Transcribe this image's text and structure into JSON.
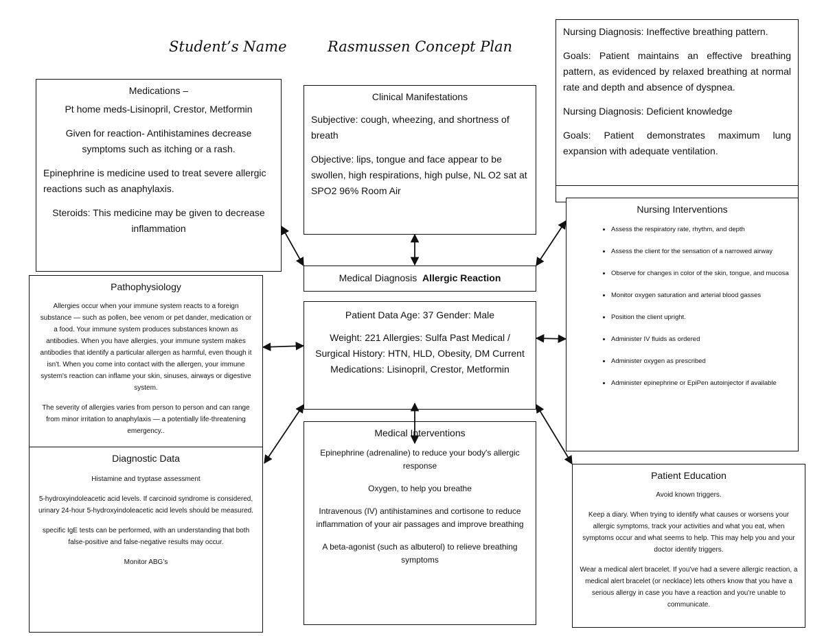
{
  "titles": {
    "student_name": "Student’s Name",
    "plan": "Rasmussen Concept Plan"
  },
  "medications": {
    "header": "Medications –",
    "home_meds": "Pt home meds-Lisinopril, Crestor, Metformin",
    "reaction": "Given for reaction- Antihistamines decrease symptoms such as itching or a rash.",
    "epinephrine": "Epinephrine is medicine used to treat severe allergic reactions such as anaphylaxis.",
    "steroids": "Steroids: This medicine may be given to decrease inflammation"
  },
  "clinical": {
    "header": "Clinical Manifestations",
    "subjective": "Subjective:  cough, wheezing, and shortness of breath",
    "objective": "Objective: lips, tongue and face appear to be swollen, high respirations, high pulse, NL  O2 sat  at SPO2 96% Room Air"
  },
  "nursing_dx": {
    "dx1": "Nursing Diagnosis: Ineffective breathing pattern.",
    "goal1": "Goals: Patient maintains an effective breathing pattern, as evidenced by relaxed breathing at normal rate and depth and absence of dyspnea.",
    "dx2": "Nursing Diagnosis: Deficient knowledge",
    "goal2": "Goals: Patient demonstrates maximum lung expansion with adequate ventilation."
  },
  "diagnosis": {
    "label": "Medical Diagnosis",
    "value": "Allergic Reaction"
  },
  "interventions": {
    "header": "Nursing Interventions",
    "items": [
      "Assess the respiratory rate, rhythm, and depth",
      "Assess the client for the sensation of a narrowed airway",
      "Observe for changes in color of the skin, tongue, and mucosa",
      "Monitor oxygen saturation and arterial blood gasses",
      "Position the client upright.",
      "Administer IV fluids as ordered",
      "Administer oxygen as prescribed",
      "Administer epinephrine or EpiPen autoinjector if available"
    ]
  },
  "patho": {
    "header": "Pathophysiology",
    "p1": "Allergies occur when your immune system reacts to a foreign substance — such as pollen, bee venom or pet dander, medication or a food. Your immune system produces substances known as antibodies. When you have allergies, your immune system makes antibodies that identify a particular allergen as harmful, even though it isn't. When you come into contact with the allergen, your immune system's reaction can inflame your skin, sinuses, airways or digestive system.",
    "p2": "The severity of allergies varies from person to person and can range from minor irritation to anaphylaxis — a potentially life-threatening emergency.."
  },
  "patient_data": {
    "line1": "Patient Data Age: 37 Gender: Male",
    "line2": "Weight: 221 Allergies: Sulfa Past Medical / Surgical History: HTN, HLD, Obesity, DM Current Medications: Lisinopril, Crestor, Metformin"
  },
  "diagnostic": {
    "header": "Diagnostic Data",
    "p1": "Histamine and tryptase assessment",
    "p2": "5-hydroxyindoleacetic acid levels. If carcinoid syndrome is considered, urinary 24-hour 5-hydroxyindoleacetic acid levels should be measured.",
    "p3": "specific IgE tests can be performed, with an understanding that both false-positive and false-negative results may occur.",
    "p4": "Monitor ABG’s"
  },
  "medical_int": {
    "header": "Medical Interventions",
    "p1": "Epinephrine (adrenaline) to reduce your body's allergic response",
    "p2": "Oxygen, to help you breathe",
    "p3": "Intravenous (IV) antihistamines and cortisone to reduce inflammation of your air passages and improve breathing",
    "p4": "A beta-agonist (such as albuterol) to relieve breathing symptoms"
  },
  "education": {
    "header": "Patient Education",
    "p1": "Avoid known triggers.",
    "p2": "Keep a diary. When trying to identify what causes or worsens your allergic symptoms, track your activities and what you eat, when symptoms occur and what seems to help. This may help you and your doctor identify triggers.",
    "p3": "Wear a medical alert bracelet. If you've had a severe allergic reaction, a medical alert bracelet (or necklace) lets others know that you have a serious allergy in case you have a reaction and you're unable to communicate."
  }
}
